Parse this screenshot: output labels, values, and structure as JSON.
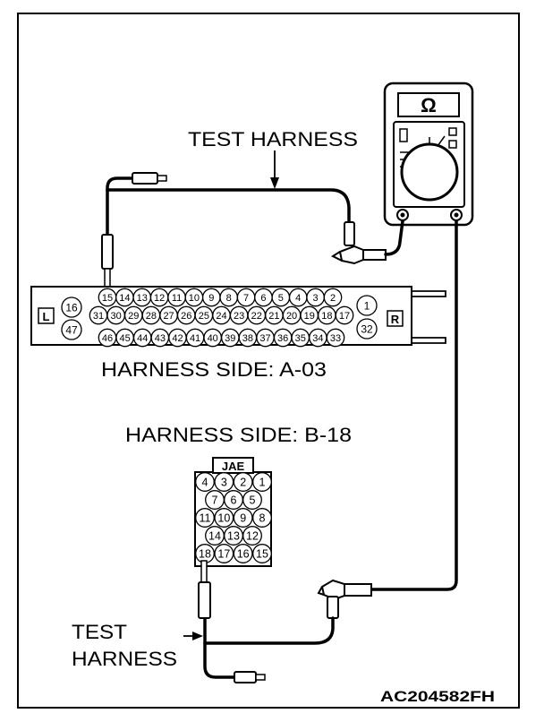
{
  "labels": {
    "top_test_harness": "TEST HARNESS",
    "bottom_test": "TEST",
    "bottom_harness": "HARNESS",
    "figure_id": "AC204582FH"
  },
  "meter": {
    "display_symbol": "Ω"
  },
  "connector_a": {
    "caption": "HARNESS SIDE: A-03",
    "left_mark": "L",
    "right_mark": "R",
    "rows": [
      [
        "15",
        "14",
        "13",
        "12",
        "11",
        "10",
        "9",
        "8",
        "7",
        "6",
        "5",
        "4",
        "3",
        "2"
      ],
      [
        "31",
        "30",
        "29",
        "28",
        "27",
        "26",
        "25",
        "24",
        "23",
        "22",
        "21",
        "20",
        "19",
        "18",
        "17"
      ],
      [
        "46",
        "45",
        "44",
        "43",
        "42",
        "41",
        "40",
        "39",
        "38",
        "37",
        "36",
        "35",
        "34",
        "33"
      ]
    ],
    "side_left": [
      "16",
      "47"
    ],
    "side_right": [
      "1",
      "32"
    ]
  },
  "connector_b": {
    "caption": "HARNESS SIDE: B-18",
    "maker_tag": "JAE",
    "rows": [
      [
        "4",
        "3",
        "2",
        "1"
      ],
      [
        "7",
        "6",
        "5"
      ],
      [
        "11",
        "10",
        "9",
        "8"
      ],
      [
        "14",
        "13",
        "12"
      ],
      [
        "18",
        "17",
        "16",
        "15"
      ]
    ]
  }
}
